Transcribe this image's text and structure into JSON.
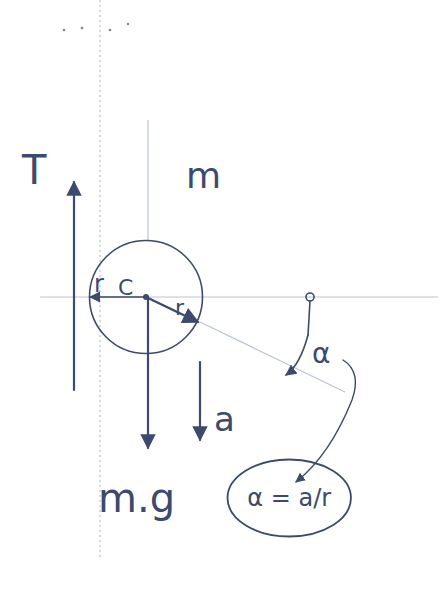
{
  "diagram": {
    "nodes": [
      {
        "text": [
          "r",
          "C",
          "r"
        ]
      },
      {
        "text": [
          "α = a/r"
        ]
      }
    ],
    "labels": [
      "T",
      "m",
      "α",
      "a",
      "m.g"
    ]
  }
}
